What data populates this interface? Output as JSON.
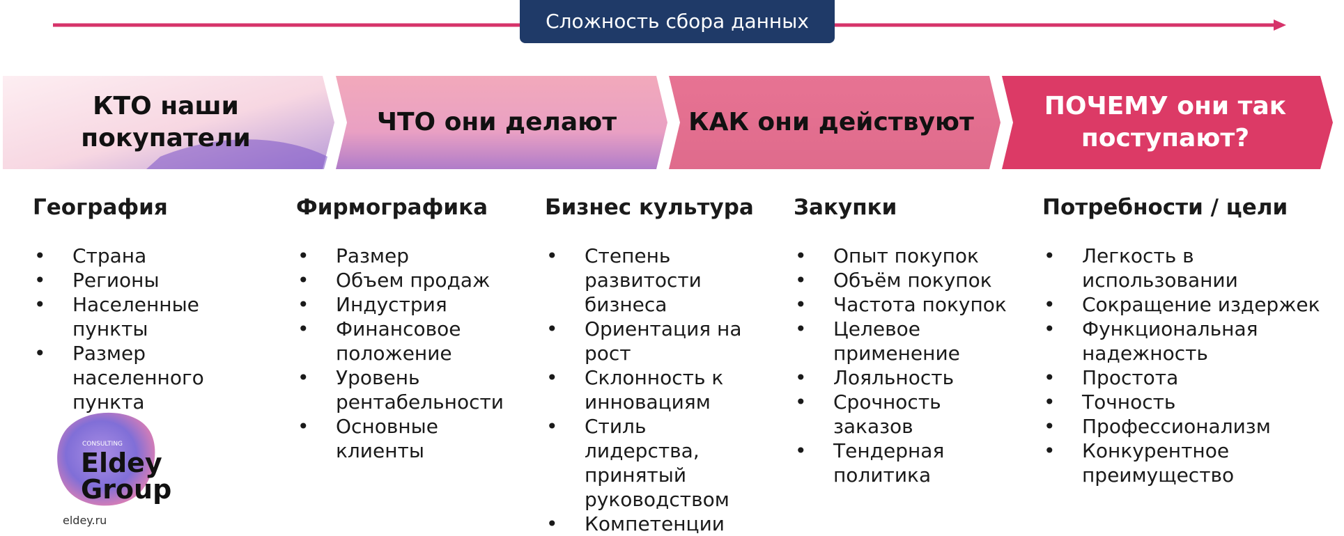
{
  "header": {
    "title": "Сложность сбора данных"
  },
  "stages": [
    {
      "label": "КТО наши покупатели"
    },
    {
      "label": "ЧТО они делают"
    },
    {
      "label": "КАК они действуют"
    },
    {
      "label": "ПОЧЕМУ они так поступают?"
    }
  ],
  "columns": [
    {
      "heading": "География",
      "items": [
        "Страна",
        "Регионы",
        "Населенные пункты",
        "Размер населенного пункта"
      ]
    },
    {
      "heading": "Фирмографика",
      "items": [
        "Размер",
        "Объем продаж",
        "Индустрия",
        "Финансовое положение",
        "Уровень рентабельности",
        "Основные клиенты"
      ]
    },
    {
      "heading": "Бизнес культура",
      "items": [
        "Степень развитости бизнеса",
        "Ориентация на рост",
        "Склонность к инновациям",
        "Стиль лидерства, принятый руководством",
        "Компетенции"
      ]
    },
    {
      "heading": "Закупки",
      "items": [
        "Опыт покупок",
        "Объём покупок",
        "Частота покупок",
        "Целевое применение",
        "Лояльность",
        "Срочность заказов",
        "Тендерная политика"
      ]
    },
    {
      "heading": "Потребности / цели",
      "items": [
        "Легкость в использовании",
        "Сокращение издержек",
        "Функциональная надежность",
        "Простота",
        "Точность",
        "Профессионализм",
        "Конкурентное преимущество"
      ]
    }
  ],
  "logo": {
    "small": "CONSULTING",
    "line1": "Eldey",
    "line2": "Group",
    "url": "eldey.ru"
  },
  "colors": {
    "accent": "#d6336a",
    "navy": "#1f3a68",
    "stage1": "#fbe4ea",
    "stage2": "#f2a9bb",
    "stage3": "#e57290",
    "stage4": "#dc3a66"
  }
}
